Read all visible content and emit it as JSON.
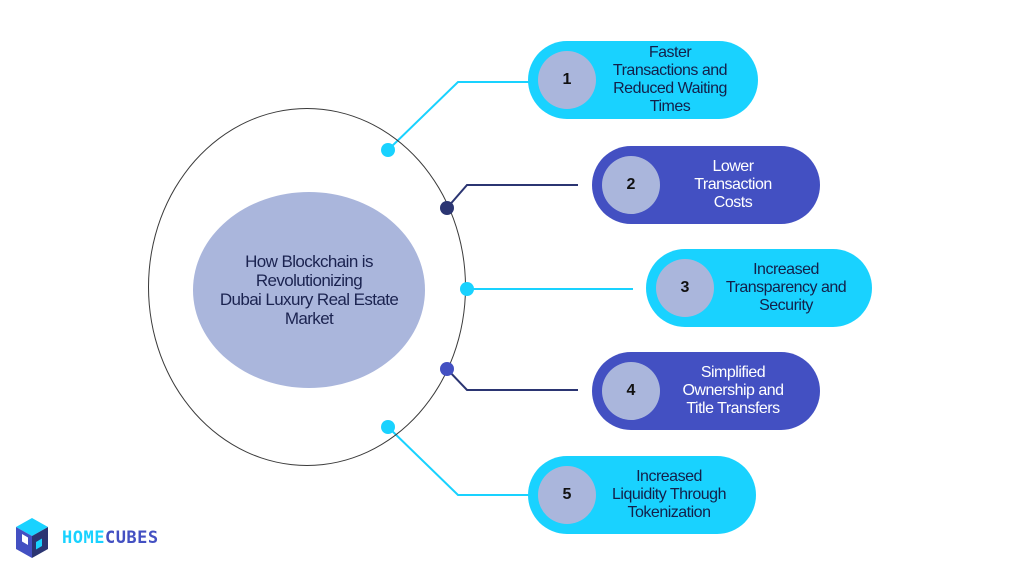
{
  "center": {
    "title_lines": [
      "How Blockchain is",
      "Revolutionizing",
      "Dubai Luxury Real Estate",
      "Market"
    ]
  },
  "items": [
    {
      "number": "1",
      "lines": [
        "Faster",
        "Transactions and",
        "Reduced Waiting",
        "Times"
      ]
    },
    {
      "number": "2",
      "lines": [
        "Lower",
        "Transaction",
        "Costs"
      ]
    },
    {
      "number": "3",
      "lines": [
        "Increased",
        "Transparency and",
        "Security"
      ]
    },
    {
      "number": "4",
      "lines": [
        "Simplified",
        "Ownership and",
        "Title Transfers"
      ]
    },
    {
      "number": "5",
      "lines": [
        "Increased",
        "Liquidity Through",
        "Tokenization"
      ]
    }
  ],
  "logo": {
    "part1": "HOME",
    "part2": "CUBES"
  },
  "colors": {
    "cyan": "#19d2ff",
    "blue": "#4350c2",
    "navy": "#2b3572",
    "lavender": "#aab6dc"
  }
}
